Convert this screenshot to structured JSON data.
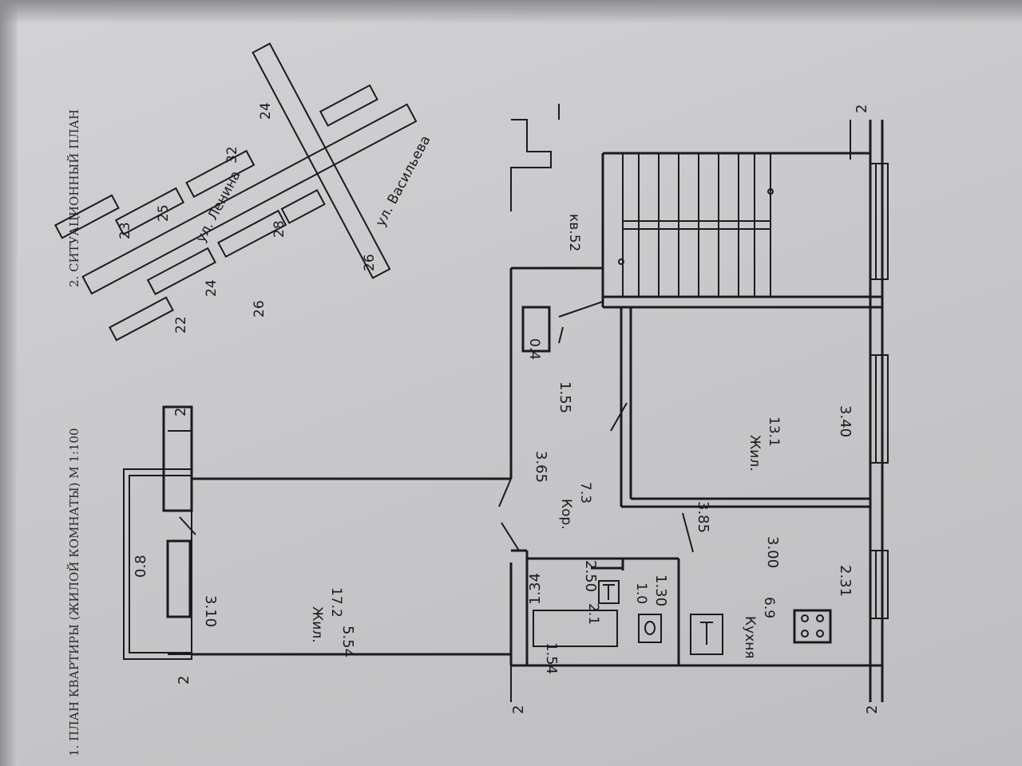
{
  "captions": {
    "plan_title": "1. ПЛАН КВАРТИРЫ (ЖИЛОЙ КОМНАТЫ) М 1:100",
    "situation_title": "2. СИТУАЦИОННЫЙ ПЛАН"
  },
  "rooms": {
    "living_big": {
      "name": "Жил.",
      "area": "17.2"
    },
    "living_small": {
      "name": "Жил.",
      "area": "13.1"
    },
    "corridor": {
      "name": "Кор.",
      "area": "7.3"
    },
    "kitchen": {
      "name": "Кухня",
      "area": "6.9"
    },
    "bath": {
      "area": "2.1"
    },
    "wc": {
      "area": "1.0"
    },
    "closet": {
      "area": "0.4"
    }
  },
  "dimensions": {
    "d_554": "5.54",
    "d_310": "3.10",
    "d_08": "0.8",
    "d_365": "3.65",
    "d_155": "1.55",
    "d_385": "3.85",
    "d_340": "3.40",
    "d_300": "3.00",
    "d_231": "2.31",
    "d_250": "2.50",
    "d_134": "1.34",
    "d_130": "1.30",
    "d_154": "1.54"
  },
  "apartment": {
    "label": "кв.52"
  },
  "section_marks": {
    "mark": "2"
  },
  "situation": {
    "street_lenina": "ул. Ленина",
    "street_vasiliyeva": "ул. Васильева",
    "buildings": [
      "22",
      "23",
      "24",
      "24",
      "25",
      "26",
      "26",
      "28",
      "32"
    ]
  },
  "colors": {
    "paper": "#cbcacc",
    "ink": "#1b1b1e"
  }
}
